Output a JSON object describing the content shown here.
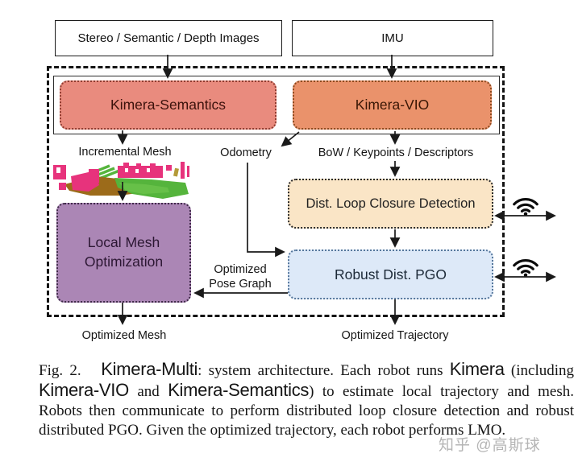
{
  "figure": {
    "input_boxes": [
      {
        "label": "Stereo / Semantic / Depth Images"
      },
      {
        "label": "IMU"
      }
    ],
    "modules": {
      "kimera_semantics": {
        "label": "Kimera-Semantics",
        "fill": "#E98B7E"
      },
      "kimera_vio": {
        "label": "Kimera-VIO",
        "fill": "#EA926B"
      },
      "dist_loop_closure": {
        "label": "Dist. Loop Closure Detection",
        "fill": "#FAE5C6"
      },
      "robust_dist_pgo": {
        "label": "Robust Dist. PGO",
        "fill": "#DDE9F8"
      },
      "local_mesh_optimization": {
        "label": "Local Mesh Optimization",
        "fill": "#AB86B5"
      }
    },
    "edge_labels": {
      "incremental_mesh": "Incremental Mesh",
      "odometry": "Odometry",
      "bow_keypoints_descriptors": "BoW / Keypoints / Descriptors",
      "optimized_pose_graph": "Optimized Pose Graph",
      "optimized_mesh": "Optimized Mesh",
      "optimized_trajectory": "Optimized Trajectory"
    },
    "icon_names": {
      "comm": "wifi-icon"
    },
    "mesh_colors": {
      "pink": "#E7337C",
      "green": "#55B43C",
      "brown": "#9C6B1A"
    }
  },
  "caption": {
    "segments": [
      {
        "text": "Fig. 2.   ",
        "style": "serif"
      },
      {
        "text": "Kimera-Multi",
        "style": "sans"
      },
      {
        "text": ": system architecture. Each robot runs ",
        "style": "serif"
      },
      {
        "text": "Kimera",
        "style": "sans"
      },
      {
        "text": " (including ",
        "style": "serif"
      },
      {
        "text": "Kimera-VIO",
        "style": "sans"
      },
      {
        "text": " and ",
        "style": "serif"
      },
      {
        "text": "Kimera-Semantics",
        "style": "sans"
      },
      {
        "text": ") to estimate local trajectory and mesh. Robots then communicate to perform distributed loop closure detection and robust distributed PGO. Given the optimized trajectory, each robot performs LMO.",
        "style": "serif"
      }
    ]
  },
  "watermark": "知乎 @高斯球"
}
